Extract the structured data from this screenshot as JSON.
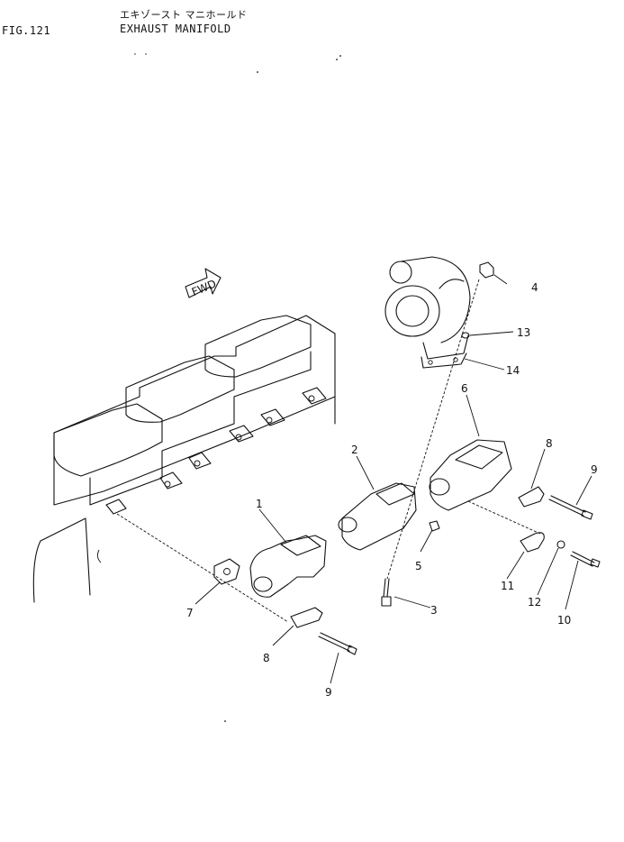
{
  "header": {
    "fig_label": "FIG.121",
    "title_jp": "エキゾースト マニホールド",
    "title_en": "EXHAUST MANIFOLD"
  },
  "fwd_label": "FWD",
  "callouts": [
    "1",
    "2",
    "3",
    "4",
    "5",
    "6",
    "7",
    "8",
    "8",
    "9",
    "9",
    "10",
    "11",
    "12",
    "13",
    "14"
  ]
}
